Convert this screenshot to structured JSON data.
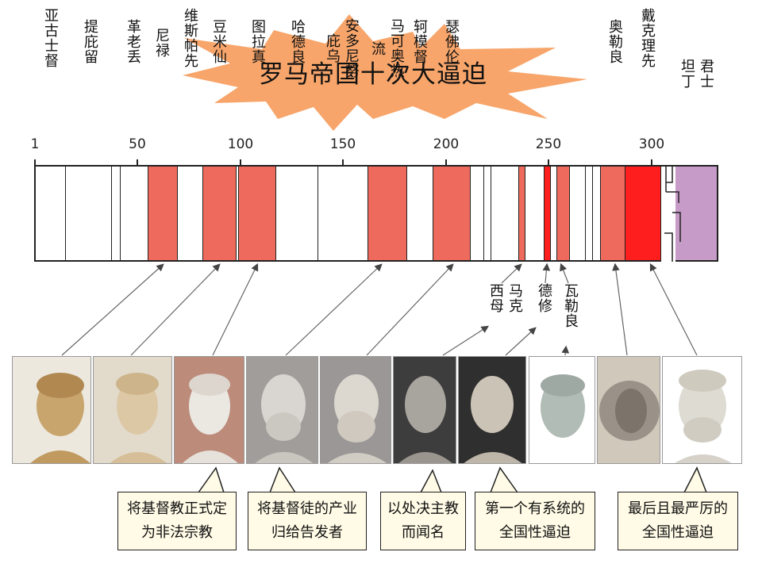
{
  "title": "罗马帝国十次大逼迫",
  "axis": {
    "ticks": [
      "1",
      "50",
      "100",
      "150",
      "200",
      "250",
      "300"
    ]
  },
  "emperors_in_bar": {
    "augustus": "亚古士督",
    "tiberius": "提庇留",
    "caligula": "革老丢",
    "nero": "尼禄",
    "vespasian": "维斯帕先",
    "domitian": "豆米仙",
    "trajan": "图拉真",
    "hadrian": "哈德良",
    "antoninus": "安多尼努庇乌",
    "marcus": "马可奥热流",
    "commodus": "轲模督",
    "severus": "瑟佛伦",
    "aurelian": "奥勒良",
    "diocletian": "戴克理先",
    "constantine": "君士坦丁"
  },
  "emperors_below": {
    "maximinus": "马克西母",
    "decius": "德修",
    "valerian": "瓦勒良"
  },
  "callouts": [
    "将基督教正式定为非法宗教",
    "将基督徒的产业归给告发者",
    "以处决主教而闻名",
    "第一个有系统的全国性逼迫",
    "最后且最严厉的全国性逼迫"
  ],
  "colors": {
    "persecution": "#ee6a5c",
    "severe": "#ff1e1e",
    "constantine": "#c79bc8",
    "star": "#f7a56a"
  }
}
